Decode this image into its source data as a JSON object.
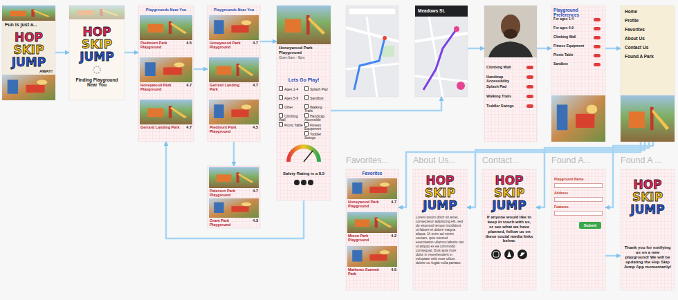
{
  "diagram": {
    "nodes": [
      {
        "text": [
          "Fun is just a...",
          "HOP",
          "SKIP",
          "JUMP",
          "AWAY!"
        ]
      },
      {
        "text": [
          "HOP",
          "SKIP",
          "JUMP",
          "Finding Playground Near You"
        ]
      },
      {
        "text": [
          "Playgrounds Near You",
          "Piedmont Park Playground",
          "4.5",
          "Honeywood Park Playground",
          "4.7",
          "Gerrard Landing Park",
          "4.7"
        ]
      },
      {
        "text": [
          "Playgrounds Near You",
          "Honeywood Park Playground",
          "4.7",
          "Gerrard Landing Park",
          "4.7",
          "Piedmont Park Playground",
          "4.5"
        ]
      },
      {
        "text": [
          "Peterson Park Playground",
          "4.7",
          "Grant Park Playground",
          "4.3"
        ]
      },
      {
        "text": [
          "Honeywood Park Playground",
          "Open 6am - 9pm",
          "Lets Go Play!",
          "Ages 1-4",
          "Splash Pad",
          "Ages 5-9",
          "Sandbox",
          "Other",
          "Walking Trails",
          "Climbing Wall",
          "Handicap Accessible",
          "Picnic Table",
          "Fitness Equipment",
          "Toddler Swings",
          "Safety Rating is a 8.5"
        ]
      },
      {
        "text": [
          "Meadows St."
        ]
      },
      {
        "text": [
          "Climbing Wall",
          "Handicap Accessibility",
          "Splash Pad",
          "Walking Trails",
          "Toddler Swings"
        ]
      },
      {
        "text": [
          "Playground Preferences",
          "For ages 1-4",
          "For ages 5-9",
          "Climbing Wall",
          "Fitness Equipment",
          "Picnic Table",
          "Sandbox"
        ]
      },
      {
        "text": [
          "Home",
          "Profile",
          "Favorites",
          "About Us",
          "Contact Us",
          "Found A Park"
        ]
      },
      {
        "text": [
          "Favorites...",
          "Favorites",
          "Honeywood Park Playground",
          "4.7",
          "Mixon Park Playground",
          "4.2",
          "Mathews Summit Park",
          "4.5"
        ]
      },
      {
        "text": [
          "About Us...",
          "HOP",
          "SKIP",
          "JUMP",
          "Lorem ipsum dolor sit amet, consectetur adipiscing elit, sed do eiusmod tempor incididunt ut labore et dolore magna aliqua. Ut enim ad minim veniam, quis nostrud exercitation ullamco laboris nisi ut aliquip ex ea commodo consequat. Duis aute irure dolor in reprehenderit in voluptate velit esse cillum dolore eu fugiat nulla pariatur."
        ]
      },
      {
        "text": [
          "Contact...",
          "HOP",
          "SKIP",
          "JUMP",
          "If anyone would like to keep in touch with us, or see what we have planned, follow us on these social media links below."
        ]
      },
      {
        "text": [
          "Found A...",
          "Playground Name",
          "Address",
          "Features",
          "Submit"
        ]
      },
      {
        "text": [
          "Found A ...",
          "HOP",
          "SKIP",
          "JUMP",
          "Thank you for notifying us on a new playground! We will be updating the Hop Skip Jump App momentarily!"
        ]
      }
    ],
    "edges": [
      {
        "from": 0,
        "to": 1,
        "arrow": "to"
      },
      {
        "from": 1,
        "to": 2,
        "arrow": "to"
      },
      {
        "from": 2,
        "to": 3,
        "arrow": "to"
      },
      {
        "from": 3,
        "to": 4,
        "arrow": "to"
      },
      {
        "from": 3,
        "to": 5,
        "arrow": "to"
      },
      {
        "from": 5,
        "to": 6,
        "arrow": "to"
      },
      {
        "from": 6,
        "to": 7,
        "arrow": "to"
      },
      {
        "from": 7,
        "to": 8,
        "arrow": "to"
      },
      {
        "from": 8,
        "to": 9,
        "arrow": "to"
      },
      {
        "from": 9,
        "to": 10,
        "arrow": "to"
      },
      {
        "from": 9,
        "to": 11,
        "arrow": "to"
      },
      {
        "from": 9,
        "to": 12,
        "arrow": "to"
      },
      {
        "from": 9,
        "to": 13,
        "arrow": "to"
      },
      {
        "from": 13,
        "to": 14,
        "arrow": "to"
      },
      {
        "from": 5,
        "to": 2,
        "arrow": "to"
      }
    ]
  }
}
